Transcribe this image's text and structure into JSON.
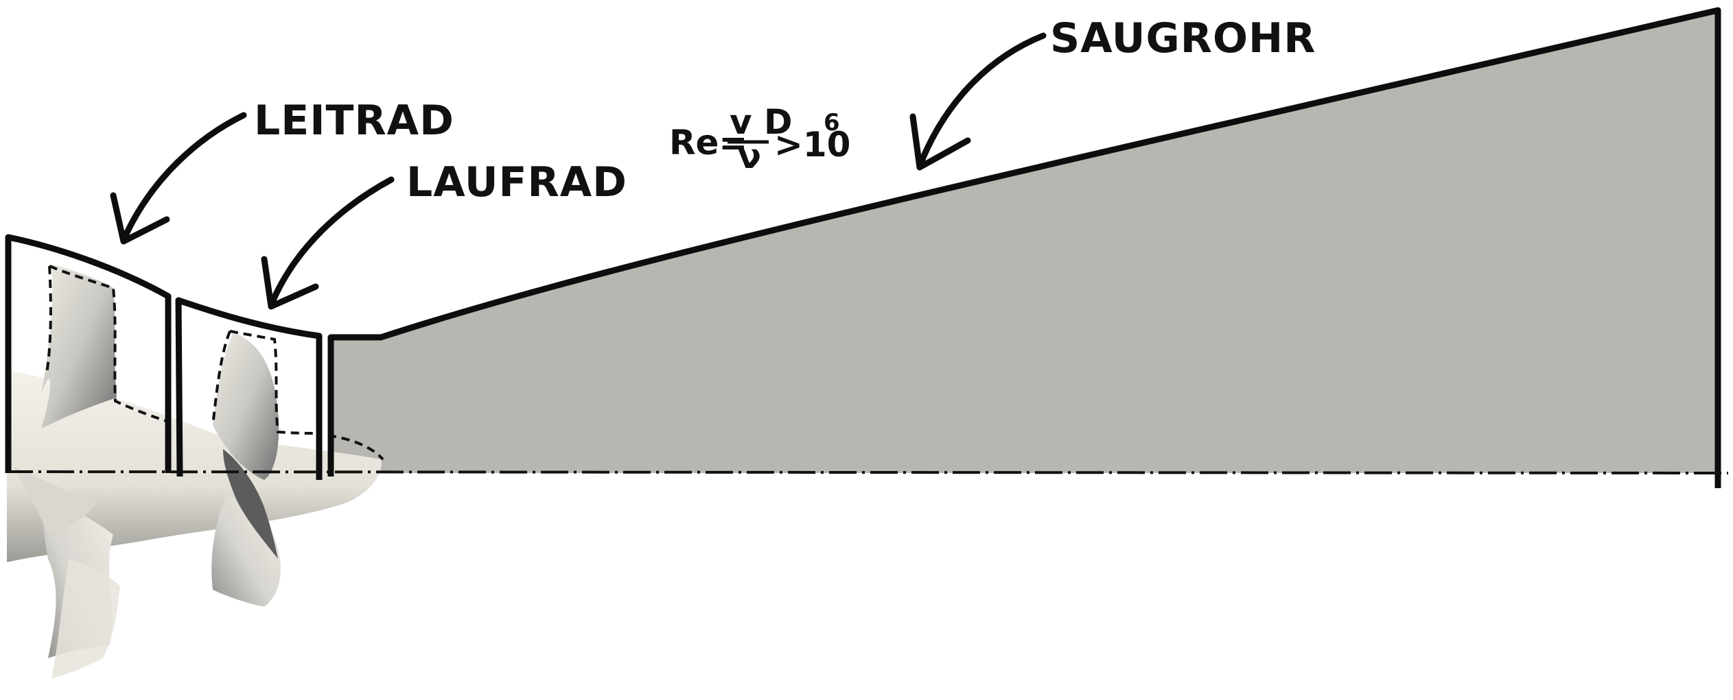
{
  "labels": {
    "leitrad": "LEITRAD",
    "laufrad": "LAUFRAD",
    "saugrohr": "SAUGROHR"
  },
  "formula": {
    "lhs": "Re=",
    "numerator": "v D",
    "denominator": "ν",
    "relation": ">10",
    "exponent": "6"
  },
  "colors": {
    "outline": "#0d0d0d",
    "draft_tube_fill": "#b7b6b0",
    "blade_light": "#ece9e1",
    "blade_dark": "#8a8a8a",
    "background": "#ffffff"
  }
}
